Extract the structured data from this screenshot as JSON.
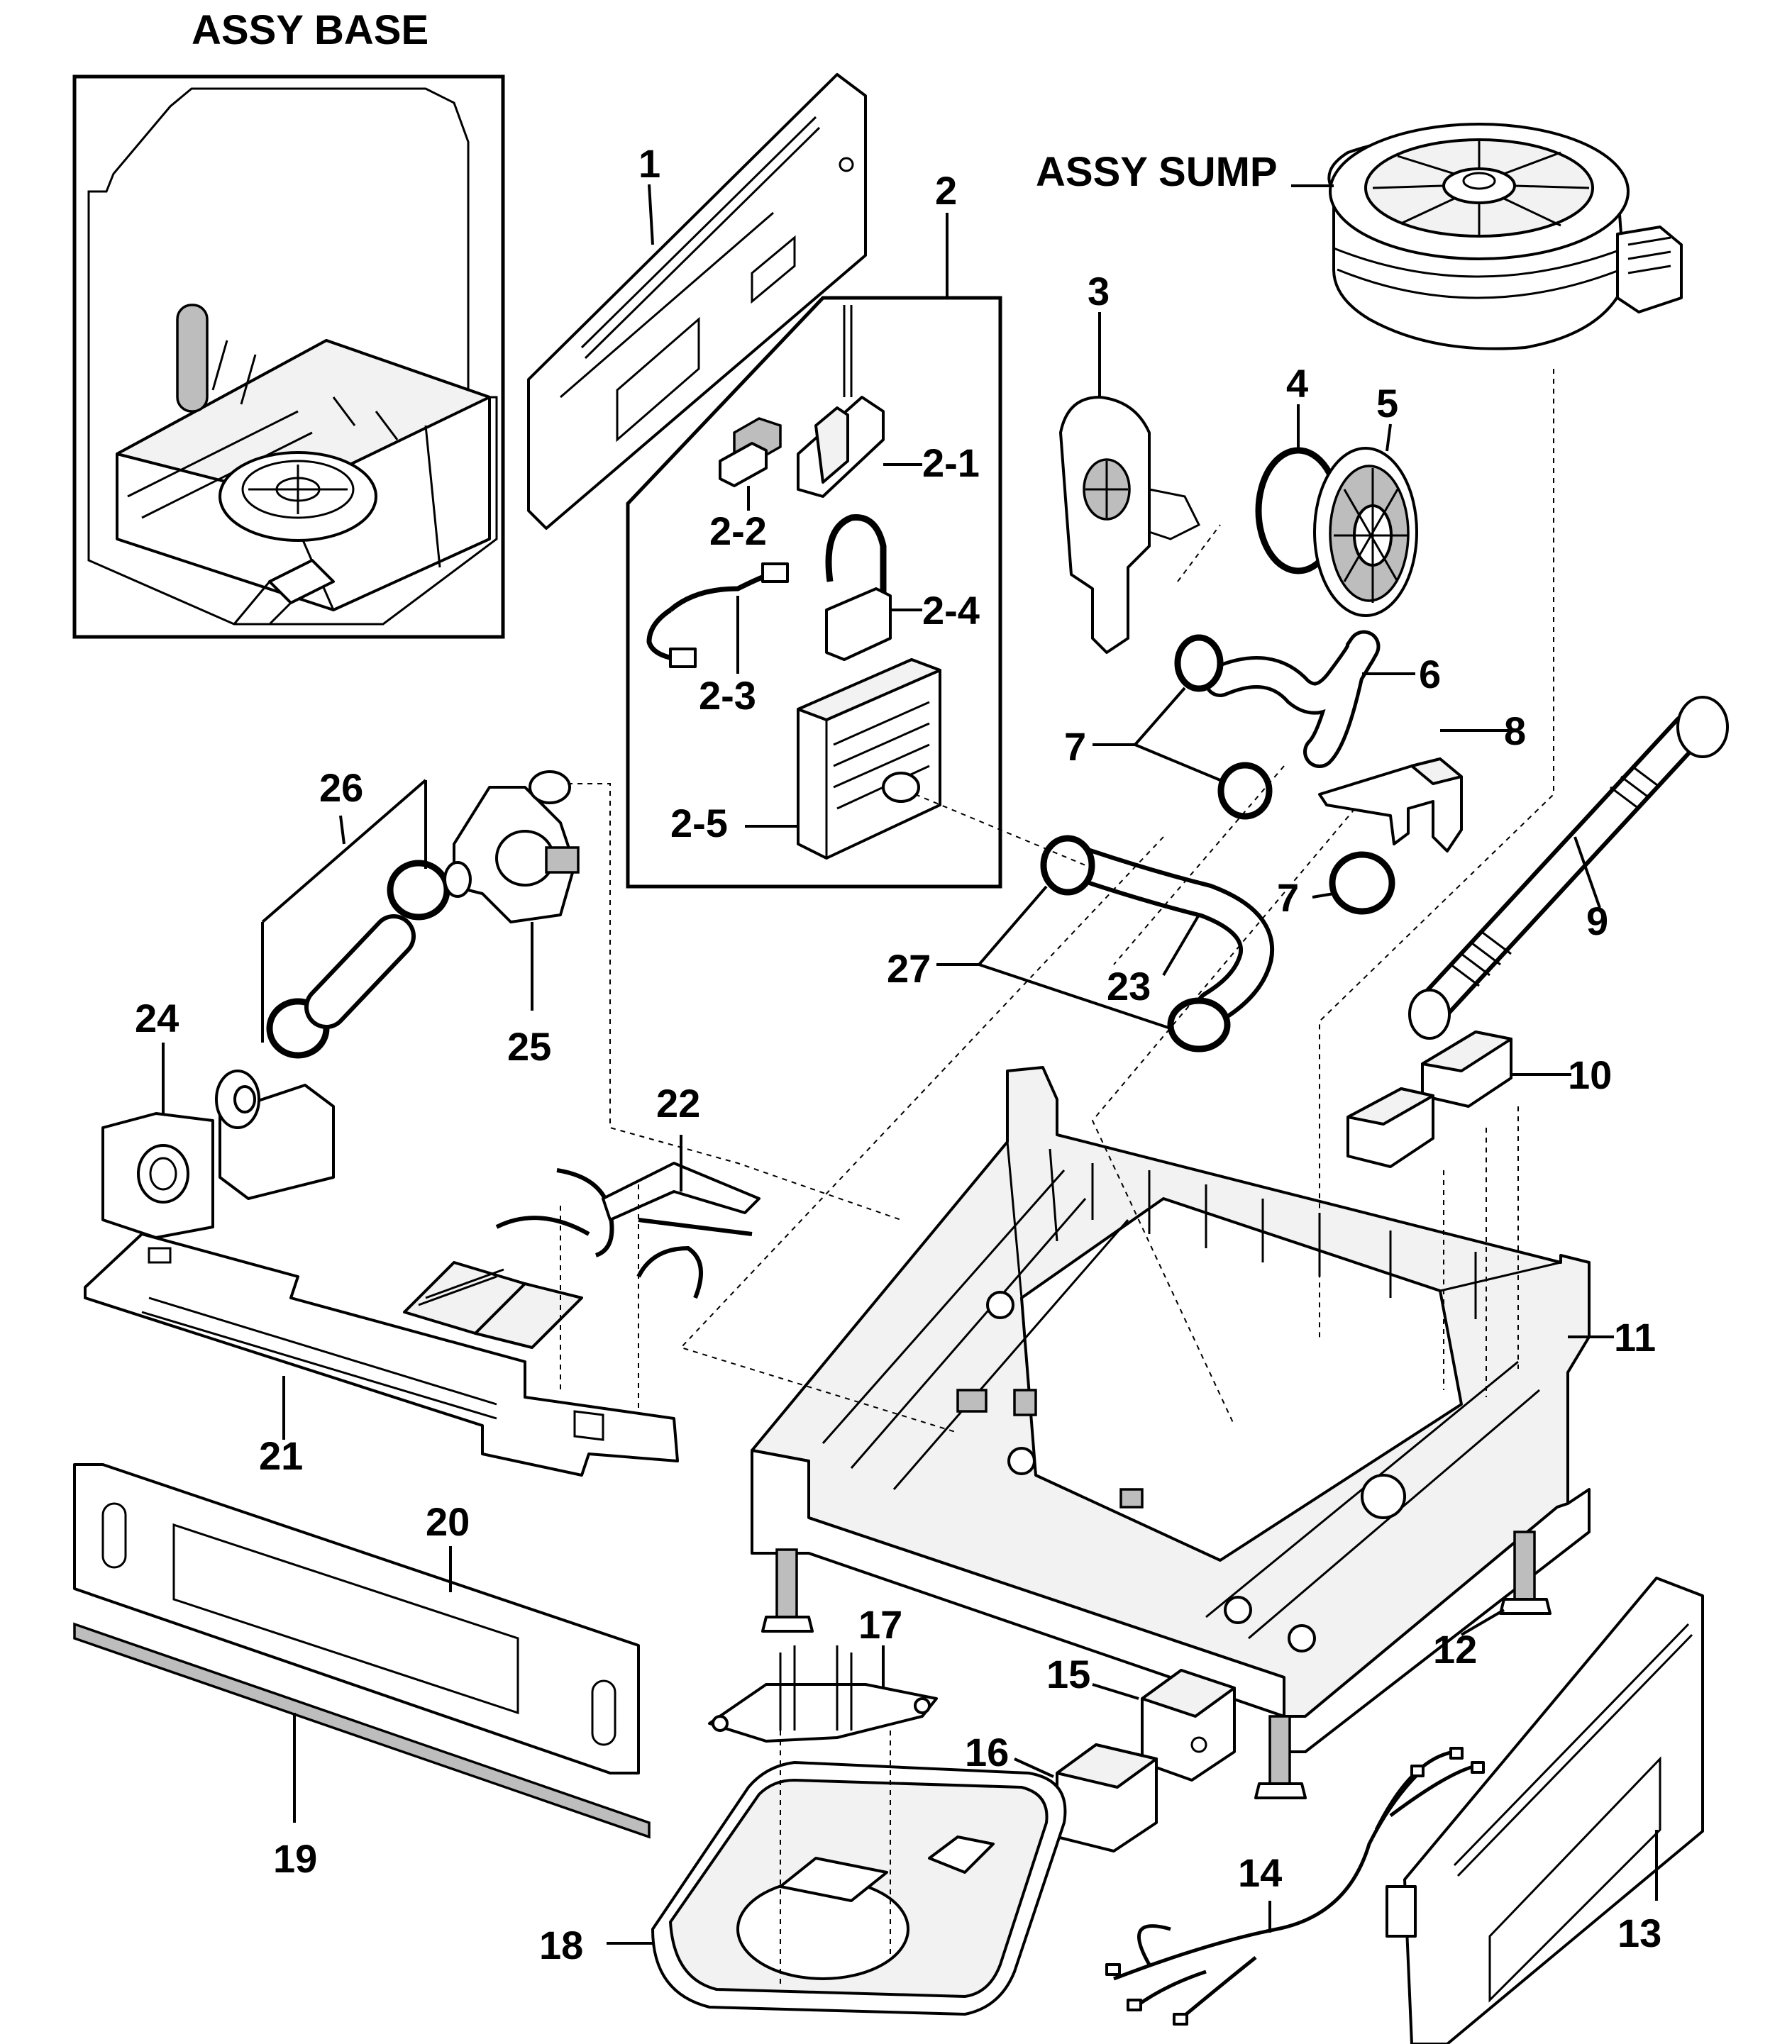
{
  "diagram": {
    "headings": {
      "assy_base": "ASSY BASE",
      "assy_sump": "ASSY SUMP"
    },
    "callouts": {
      "c1": "1",
      "c2": "2",
      "c2_1": "2-1",
      "c2_2": "2-2",
      "c2_3": "2-3",
      "c2_4": "2-4",
      "c2_5": "2-5",
      "c3": "3",
      "c4": "4",
      "c5": "5",
      "c6": "6",
      "c7a": "7",
      "c7b": "7",
      "c8": "8",
      "c9": "9",
      "c10": "10",
      "c11": "11",
      "c12": "12",
      "c13": "13",
      "c14": "14",
      "c15": "15",
      "c16": "16",
      "c17": "17",
      "c18": "18",
      "c19": "19",
      "c20": "20",
      "c21": "21",
      "c22": "22",
      "c23": "23",
      "c24": "24",
      "c25": "25",
      "c26": "26",
      "c27": "27"
    }
  }
}
